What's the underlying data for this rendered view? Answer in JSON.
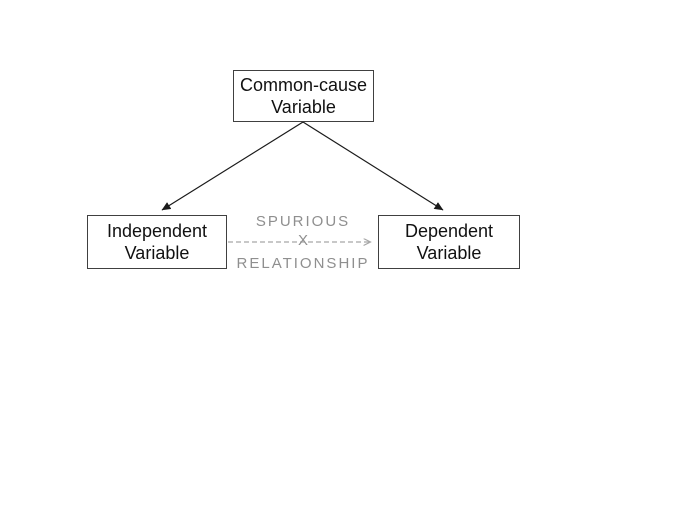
{
  "diagram": {
    "title": "Common-cause / spurious relationship diagram",
    "nodes": {
      "common_cause": {
        "line1": "Common-cause",
        "line2": "Variable"
      },
      "independent": {
        "line1": "Independent",
        "line2": "Variable"
      },
      "dependent": {
        "line1": "Dependent",
        "line2": "Variable"
      }
    },
    "edges": {
      "cause_to_independent": {
        "type": "solid-arrow",
        "from": "common_cause",
        "to": "independent"
      },
      "cause_to_dependent": {
        "type": "solid-arrow",
        "from": "common_cause",
        "to": "dependent"
      },
      "spurious": {
        "type": "dashed-arrow",
        "from": "independent",
        "to": "dependent"
      }
    },
    "spurious_label": {
      "top": "SPURIOUS",
      "marker": "X",
      "bottom": "RELATIONSHIP"
    },
    "colors": {
      "background": "#ffffff",
      "box_border": "#404040",
      "box_text": "#111111",
      "solid_arrow": "#1a1a1a",
      "dashed_arrow": "#a6a6a6",
      "spurious_text": "#8f8f8f"
    }
  }
}
